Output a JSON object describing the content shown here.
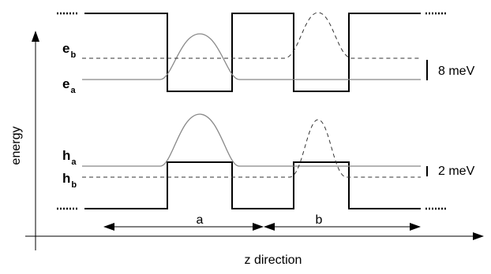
{
  "axes": {
    "y_label": "energy",
    "x_label": "z direction"
  },
  "levels": {
    "e_b": {
      "symbol": "e",
      "subscript": "b"
    },
    "e_a": {
      "symbol": "e",
      "subscript": "a"
    },
    "h_a": {
      "symbol": "h",
      "subscript": "a"
    },
    "h_b": {
      "symbol": "h",
      "subscript": "b"
    }
  },
  "splittings": {
    "electron": "8 meV",
    "hole": "2 meV"
  },
  "wells": {
    "left": "a",
    "right": "b"
  }
}
